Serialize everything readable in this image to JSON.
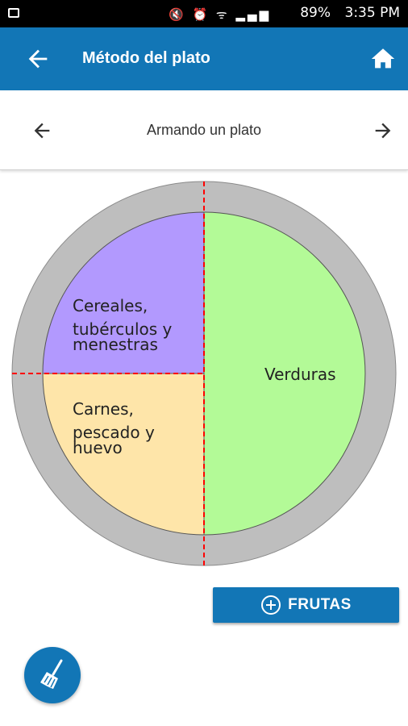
{
  "status_bar": {
    "notification_icon": "message-icon",
    "icons": [
      "mute-icon",
      "vibrate-icon",
      "alarm-icon",
      "wifi-icon",
      "signal-icon"
    ],
    "battery": "89%",
    "time": "3:35 PM"
  },
  "app_bar": {
    "title": "Método del plato",
    "back_icon": "arrow-left-icon",
    "home_icon": "home-icon"
  },
  "sub_header": {
    "title": "Armando un plato",
    "prev_icon": "arrow-left-icon",
    "next_icon": "arrow-right-icon"
  },
  "plate": {
    "sections": [
      {
        "id": "cereales",
        "lines": [
          "Cereales,",
          "tubérculos y",
          "menestras"
        ],
        "color": "#b299fe",
        "share": 0.25
      },
      {
        "id": "carnes",
        "lines": [
          "Carnes,",
          "pescado y",
          "huevo"
        ],
        "color": "#fee5a9",
        "share": 0.25
      },
      {
        "id": "verduras",
        "lines": [
          "Verduras"
        ],
        "color": "#b3fa97",
        "share": 0.5
      }
    ],
    "rim_color": "#bebebe",
    "divider_color": "#ff0000"
  },
  "actions": {
    "frutas_label": "FRUTAS",
    "frutas_icon": "plus-circle-icon",
    "clear_icon": "broom-icon",
    "accent_color": "#1276b6"
  }
}
